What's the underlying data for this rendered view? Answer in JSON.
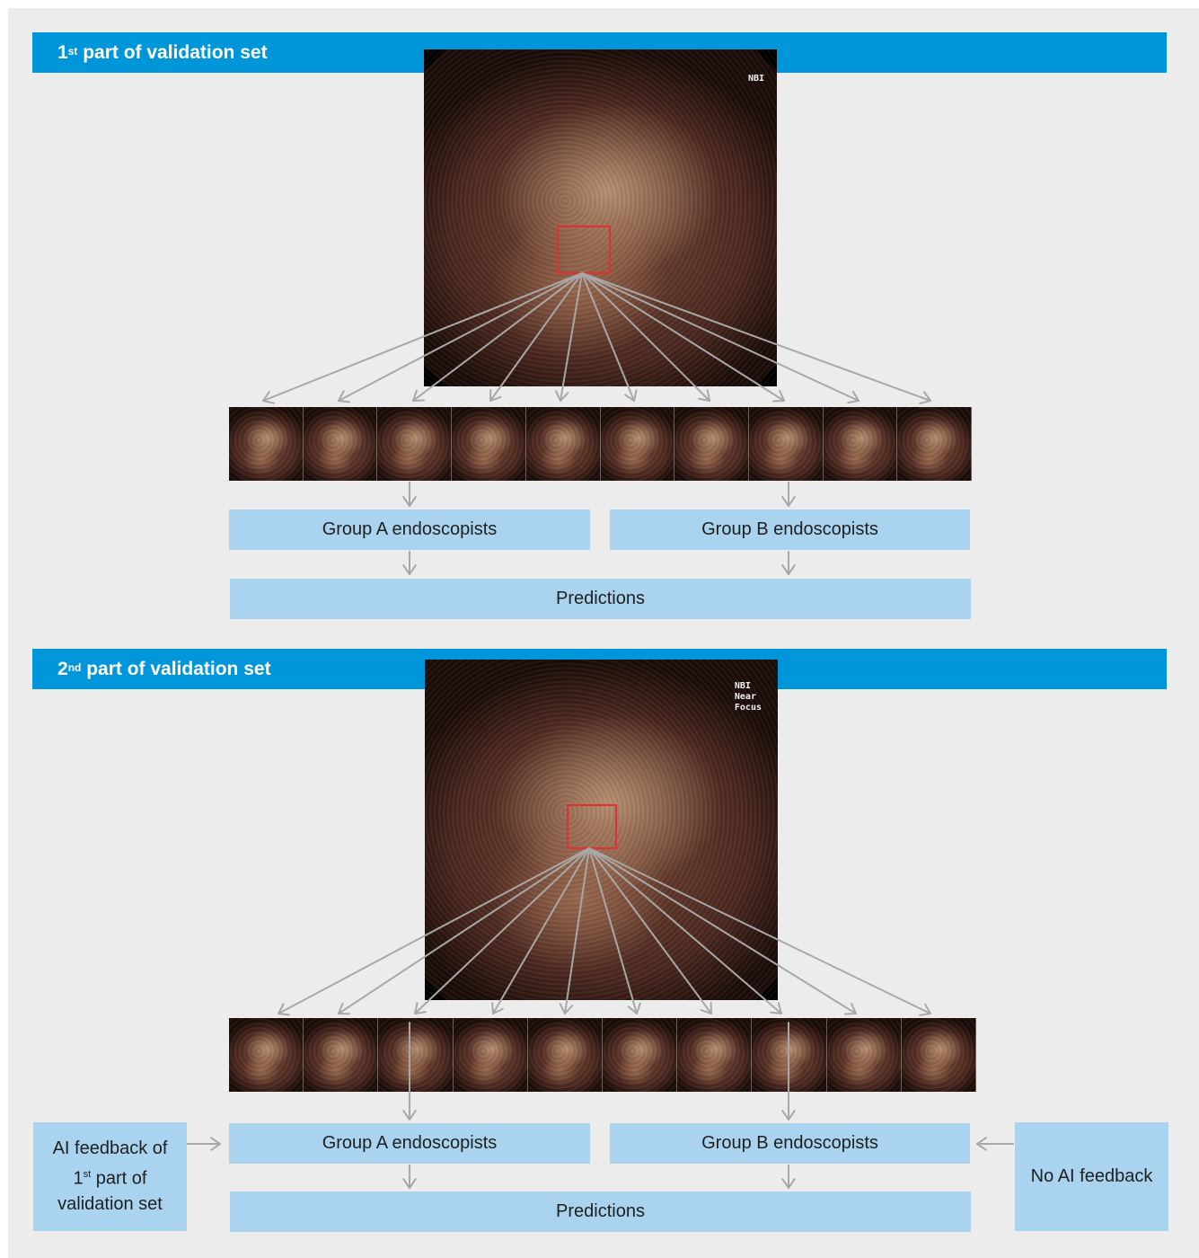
{
  "sections": [
    {
      "header": {
        "ordinal": "1",
        "suffix": "st",
        "text": " part of validation set"
      },
      "image_tags": [
        "NBI"
      ],
      "group_a": "Group A endoscopists",
      "group_b": "Group B endoscopists",
      "predictions": "Predictions"
    },
    {
      "header": {
        "ordinal": "2",
        "suffix": "nd",
        "text": " part of validation set"
      },
      "image_tags": [
        "NBI",
        "Near",
        "Focus"
      ],
      "group_a": "Group A endoscopists",
      "group_b": "Group B endoscopists",
      "predictions": "Predictions"
    }
  ],
  "side_boxes": {
    "ai_feedback": {
      "line1": "AI feedback of",
      "line2_ordinal": "1",
      "line2_suffix": "st",
      "line2_text": " part of",
      "line3": "validation set"
    },
    "no_ai_feedback": "No AI feedback"
  },
  "colors": {
    "header_bg": "#0096d9",
    "box_bg": "#a9d3ef",
    "panel_bg": "#ebeceb",
    "arrow": "#a8a8a8",
    "roi": "#e23030"
  }
}
